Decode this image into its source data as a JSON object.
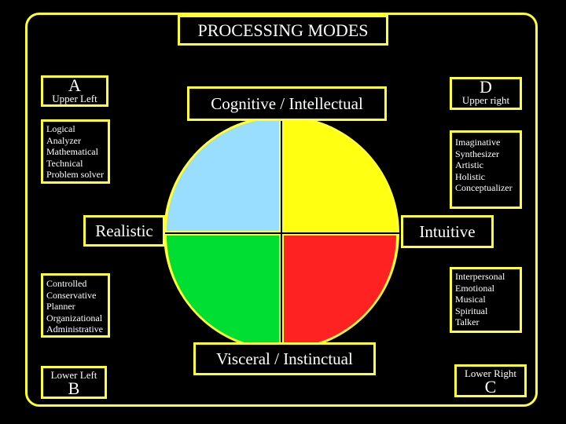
{
  "title": "PROCESSING MODES",
  "modes": {
    "top": "Cognitive / Intellectual",
    "bottom": "Visceral / Instinctual",
    "left": "Realistic",
    "right": "Intuitive"
  },
  "quadrants": {
    "A": {
      "letter": "A",
      "label": "Upper Left",
      "traits": [
        "Logical",
        "Analyzer",
        "Mathematical",
        "Technical",
        "Problem solver"
      ],
      "color": "#99ddff"
    },
    "B": {
      "letter": "B",
      "label": "Lower Left",
      "traits": [
        "Controlled",
        "Conservative",
        "Planner",
        "Organizational",
        "Administrative"
      ],
      "color": "#00dd33"
    },
    "C": {
      "letter": "C",
      "label": "Lower Right",
      "traits": [
        "Interpersonal",
        "Emotional",
        "Musical",
        "Spiritual",
        "Talker"
      ],
      "color": "#ff2222"
    },
    "D": {
      "letter": "D",
      "label": "Upper right",
      "traits": [
        "Imaginative",
        "Synthesizer",
        "Artistic",
        "Holistic",
        "Conceptualizer"
      ],
      "color": "#ffff11"
    }
  },
  "colors": {
    "border": "#ffff33",
    "background": "#000000",
    "text": "#ffffff"
  }
}
